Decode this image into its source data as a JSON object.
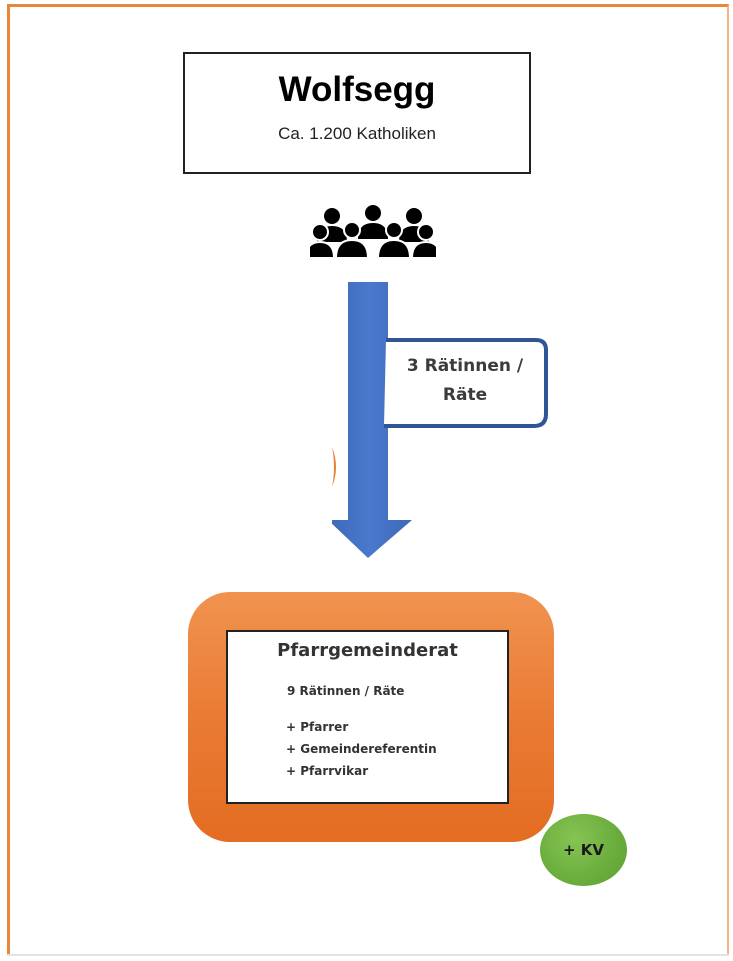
{
  "parish": {
    "name": "Wolfsegg",
    "catholics": "Ca. 1.200 Katholiken"
  },
  "icons": {
    "people": "group-of-people-icon"
  },
  "flow": {
    "delegates_label_line1": "3 Rätinnen /",
    "delegates_label_line2": "Räte"
  },
  "council": {
    "title": "Pfarrgemeinderat",
    "members": "9 Rätinnen / Räte",
    "extras": [
      "+ Pfarrer",
      "+ Gemeindereferentin",
      "+ Pfarrvikar"
    ]
  },
  "kv": {
    "label": "+ KV"
  },
  "colors": {
    "frame": "#e8873a",
    "arrow": "#4472c4",
    "callout_border": "#2f5597",
    "council_fill": "#ed7d31",
    "kv_fill": "#70ad47"
  }
}
